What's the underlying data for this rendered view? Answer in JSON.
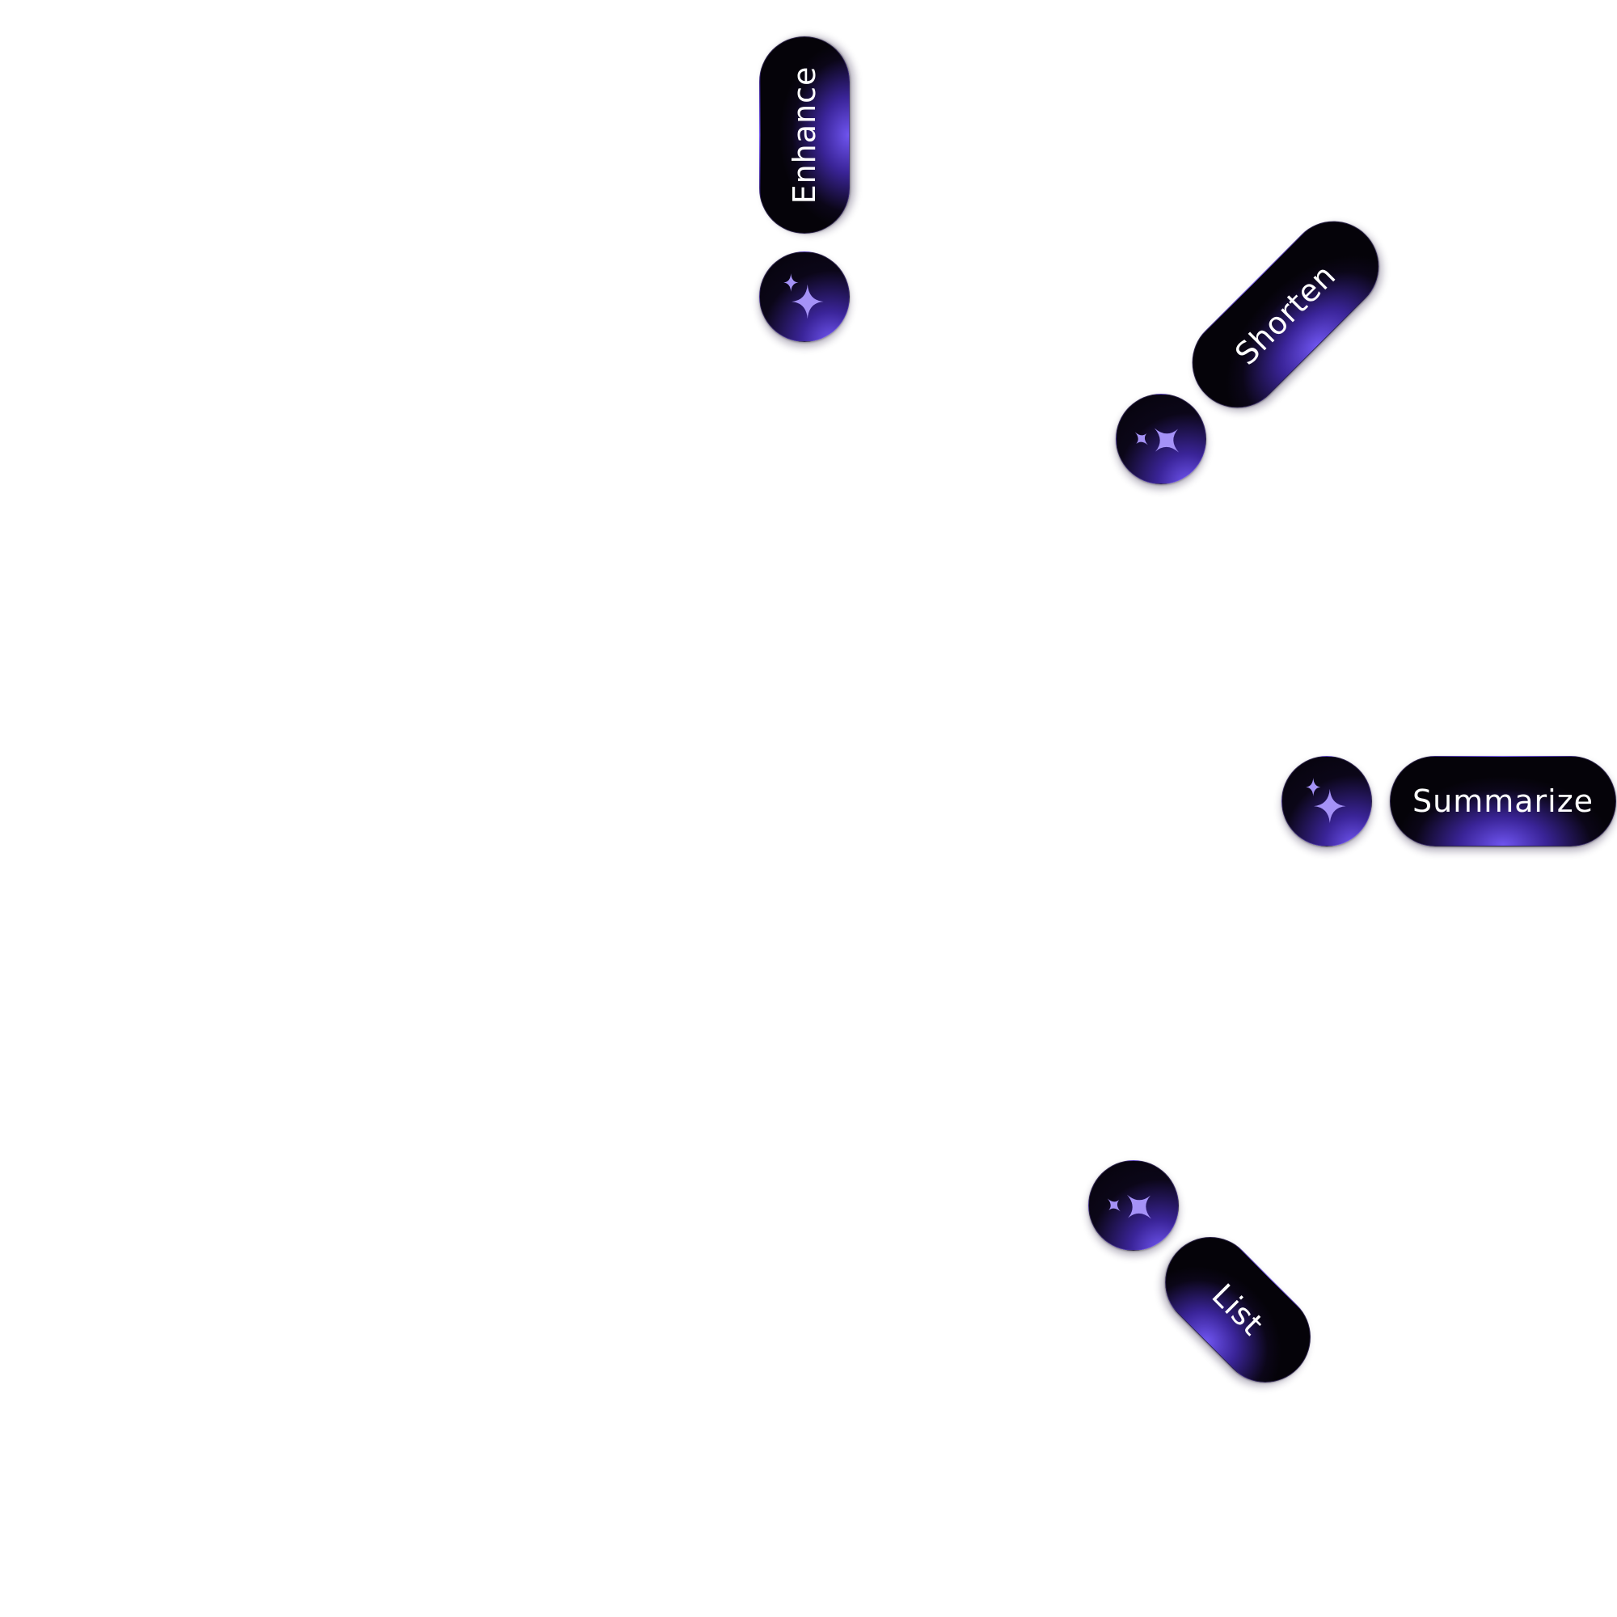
{
  "theme": {
    "accent": "#a592f7",
    "button_dark": "#050309",
    "button_glow": "#6f55f0",
    "label_color": "#ffffff",
    "background": "#ffffff"
  },
  "actions": [
    {
      "id": "enhance",
      "label": "Enhance",
      "icon": "sparkles-icon"
    },
    {
      "id": "shorten",
      "label": "Shorten",
      "icon": "sparkles-icon"
    },
    {
      "id": "summarize",
      "label": "Summarize",
      "icon": "sparkles-icon"
    },
    {
      "id": "list",
      "label": "List",
      "icon": "sparkles-icon"
    }
  ]
}
